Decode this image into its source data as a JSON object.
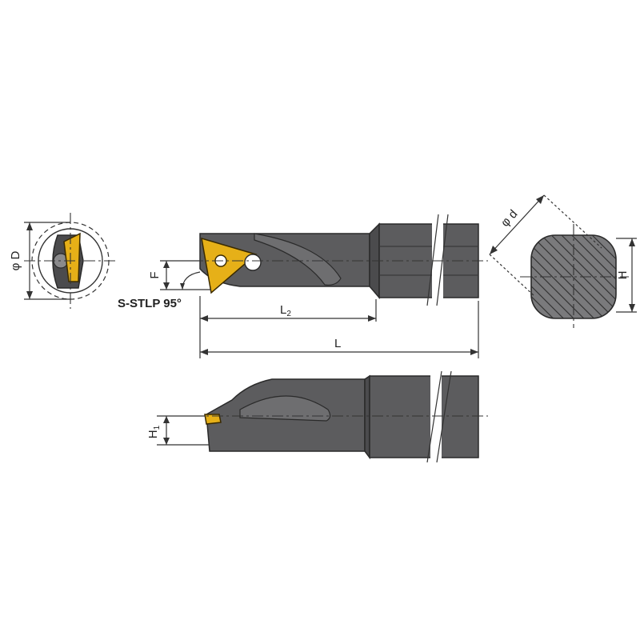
{
  "colors": {
    "body": "#5c5c5e",
    "insert": "#e6b018",
    "line": "#333333"
  },
  "labels": {
    "phi_D": "φ D",
    "F": "F",
    "model": "S-STLP 95°",
    "L2_main": "L",
    "L2_sub": "2",
    "L": "L",
    "phi_d": "φ d",
    "H": "H",
    "H1_main": "H",
    "H1_sub": "1"
  }
}
